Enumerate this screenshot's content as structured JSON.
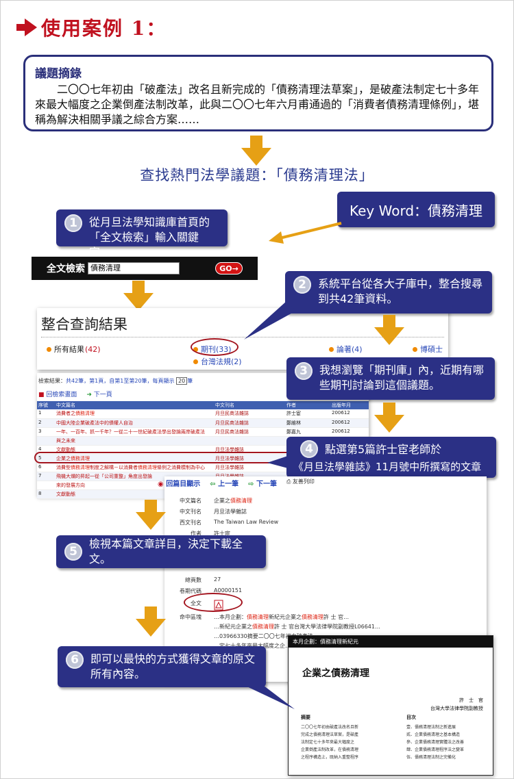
{
  "title": "使用案例 1：",
  "summary": {
    "heading": "議題摘錄",
    "body": "二〇〇七年初由「破產法」改名且新完成的「債務清理法草案」，是破產法制定七十多年來最大幅度之企業倒產法制改革，此與二〇〇七年六月甫通過的「消費者債務清理條例」，堪稱為解決相關爭議之綜合方案……"
  },
  "headline": "查找熱門法學議題：「債務清理法」",
  "keyword": "Key Word：債務清理",
  "steps": [
    {
      "num": "1",
      "text": "從月旦法學知識庫首頁的「全文檢索」輸入關鍵字。"
    },
    {
      "num": "2",
      "text": "系統平台從各大子庫中，整合搜尋到共42筆資料。"
    },
    {
      "num": "3",
      "text": "我想瀏覽「期刊庫」內，近期有哪些期刊討論到這個議題。"
    },
    {
      "num": "4",
      "text": "點選第5篇許士宦老師於",
      "text2": "《月旦法學雜誌》11月號中所撰寫的文章"
    },
    {
      "num": "5",
      "text": "檢視本篇文章詳目，決定下載全文。"
    },
    {
      "num": "6",
      "text": "即可以最快的方式獲得文章的原文所有內容。"
    }
  ],
  "search": {
    "label": "全文檢索",
    "value": "債務清理",
    "go": "GO→"
  },
  "results": {
    "heading": "整合查詢結果",
    "items": [
      {
        "label": "所有結果",
        "count": "(42)"
      },
      {
        "label": "期刊(33)"
      },
      {
        "label": "論著(4)"
      },
      {
        "label": "博碩士"
      },
      {
        "label": "台灣法規(2)"
      }
    ]
  },
  "list": {
    "info_prefix": "檢索結果：",
    "info": "共42筆，第1頁，自第1至第20筆，每頁顯示",
    "per_page": "20",
    "info_suffix": "筆",
    "back": "回檢索畫面",
    "next": "下一頁",
    "headers": [
      "序號",
      "中文篇名",
      "中文刊名",
      "作者",
      "出版年月"
    ],
    "rows": [
      {
        "n": "1",
        "title": "消費者之債務清理",
        "journal": "月旦民商法雜誌",
        "author": "許士宦",
        "date": "200612"
      },
      {
        "n": "2",
        "title": "中國大陸企業破產法中的債權人自治",
        "journal": "月旦民商法雜誌",
        "author": "鄭維林",
        "date": "200612"
      },
      {
        "n": "3",
        "title": "一年、一百年、抓一千年？一從二十一世紀破產法學出發論兩岸破產法",
        "journal": "月旦民商法雜誌",
        "author": "鄭嘉九",
        "date": "200612"
      },
      {
        "n": "",
        "title": "與之未來",
        "journal": "",
        "author": "",
        "date": ""
      },
      {
        "n": "4",
        "title": "文獻動態",
        "journal": "月旦法學雜誌",
        "author": "",
        "date": ""
      },
      {
        "n": "5",
        "title": "企業之債務清理",
        "journal": "月旦法學雜誌",
        "author": "",
        "date": ""
      },
      {
        "n": "6",
        "title": "消費型債務清理制度之解構－以消費者債務清理條例之消費模制為中心",
        "journal": "月旦法學雜誌",
        "author": "",
        "date": ""
      },
      {
        "n": "7",
        "title": "飛機大爛的昇起一從「公司重整」角度出發論",
        "journal": "月旦法學雜誌",
        "author": "",
        "date": ""
      },
      {
        "n": "",
        "title": "來的發展方向",
        "journal": "",
        "author": "",
        "date": ""
      },
      {
        "n": "8",
        "title": "文獻動態",
        "journal": "",
        "author": "",
        "date": ""
      }
    ]
  },
  "detail": {
    "nav": [
      "回篇目顯示",
      "上一筆",
      "下一筆",
      "友善列印"
    ],
    "rows": [
      {
        "k": "中文篇名",
        "v": "企業之債務清理"
      },
      {
        "k": "中文刊名",
        "v": "月旦法學雜誌"
      },
      {
        "k": "西文刊名",
        "v": "The Taiwan Law Review"
      },
      {
        "k": "作者",
        "v": "許士宦"
      },
      {
        "k": "總頁數",
        "v": "27"
      },
      {
        "k": "卷期代碼",
        "v": "A0000151"
      },
      {
        "k": "全文",
        "v": ""
      },
      {
        "k": "命中區塊",
        "v": "…本月企劃：債務清理新紀元企業之債務清理許 士 官…"
      }
    ],
    "hits": [
      "…新紀元企業之債務清理許 士 官台灣大學法律學院副教授L06641…",
      "…03966330摘要二〇〇七年初由破產法…",
      "…定七十多年來最大幅度之企…"
    ]
  },
  "article": {
    "header": "本月企劃：債務清理新紀元",
    "title": "企業之債務清理",
    "author": "許　士　官",
    "affiliation": "台灣大學法律學院副教授",
    "abstract_head": "摘要",
    "abstract": [
      "二〇〇七年初由破產法改名且新",
      "完成之債務清理法草案，是破產",
      "法制定七十多年來最大幅度之",
      "企業倒產法制改革，在債務清理",
      "之程序構造上，既納入重整程序"
    ],
    "toc_head": "目次",
    "toc": [
      "壹、債務清理法制之新進展",
      "貳、企業債務清理之基本構造",
      "參、企業債務清理實體法之改善",
      "肆、企業債務清理程序法之變革",
      "伍、債務清理法制之完備化"
    ]
  },
  "colors": {
    "title": "#c0111f",
    "navy": "#2b3085",
    "arrow": "#e6a015",
    "link": "#2a49b8"
  }
}
